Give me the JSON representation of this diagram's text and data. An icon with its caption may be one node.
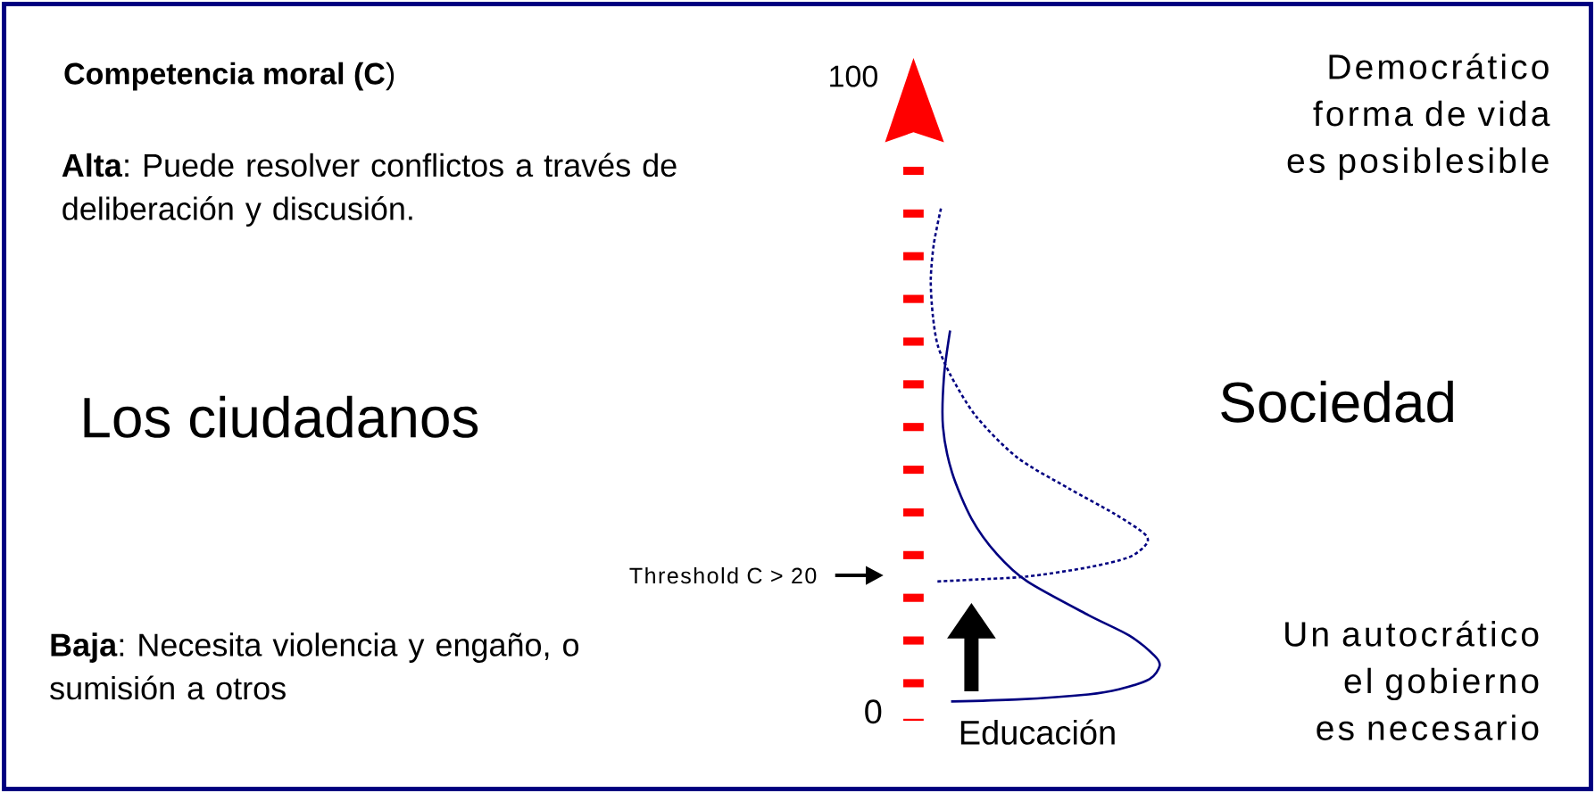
{
  "diagram": {
    "title": "**Competencia moral (C**)",
    "nodes": [
      {
        "text": [
          "Threshold C > 20"
        ]
      },
      {
        "text": [],
        "shape": "bar"
      }
    ],
    "edges": [
      {
        "from": 0,
        "to": 1,
        "arrow": "to"
      }
    ],
    "labels": [
      "100",
      "Democrático forma de vida es posiblesible",
      "**Alta**: Puede resolver conflictos a través de deliberación y discusión.",
      "Los ciudadanos",
      "Sociedad",
      "**Baja**: Necesita violencia y engaño, o sumisión a otros",
      "Un autocrático el gobierno es necesario",
      "0",
      "Educación"
    ]
  }
}
